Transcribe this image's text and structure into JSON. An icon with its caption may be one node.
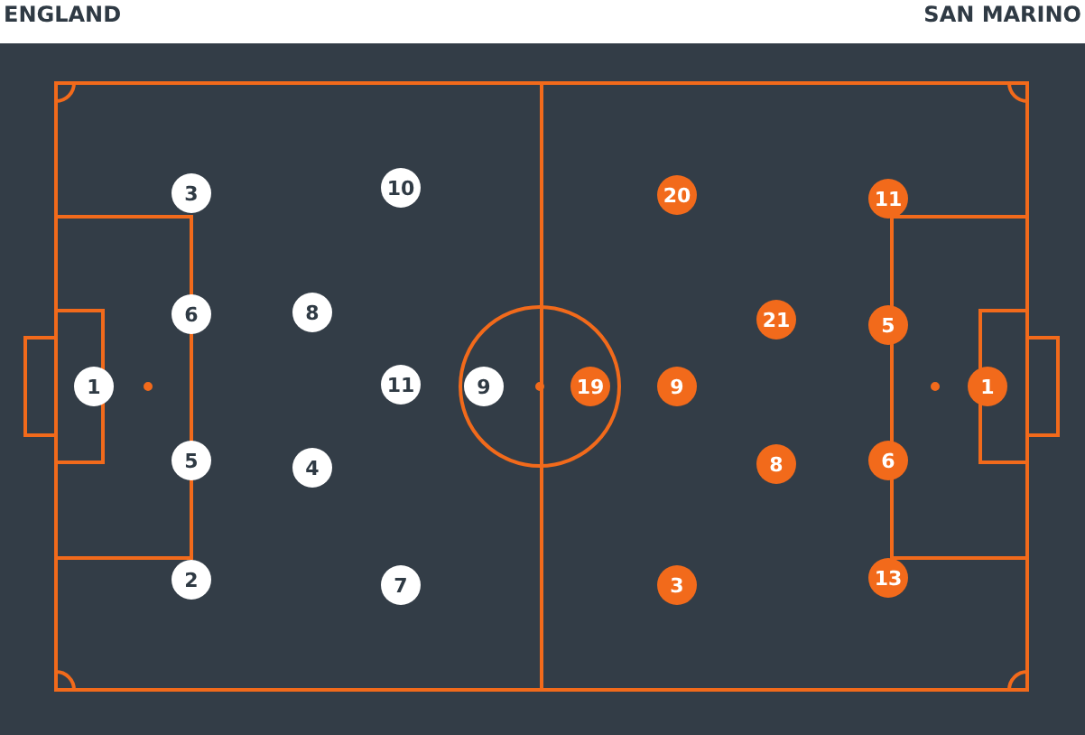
{
  "diagram": {
    "nodes": [
      {
        "text": [
          "1"
        ]
      },
      {
        "text": [
          "3"
        ]
      },
      {
        "text": [
          "6"
        ]
      },
      {
        "text": [
          "5"
        ]
      },
      {
        "text": [
          "2"
        ]
      },
      {
        "text": [
          "10"
        ]
      },
      {
        "text": [
          "8"
        ]
      },
      {
        "text": [
          "11"
        ]
      },
      {
        "text": [
          "4"
        ]
      },
      {
        "text": [
          "7"
        ]
      },
      {
        "text": [
          "9"
        ]
      },
      {
        "text": [
          "19"
        ]
      },
      {
        "text": [
          "20"
        ]
      },
      {
        "text": [
          "9"
        ]
      },
      {
        "text": [
          "3"
        ]
      },
      {
        "text": [
          "21"
        ]
      },
      {
        "text": [
          "8"
        ]
      },
      {
        "text": [
          "11"
        ]
      },
      {
        "text": [
          "5"
        ]
      },
      {
        "text": [
          "6"
        ]
      },
      {
        "text": [
          "13"
        ]
      },
      {
        "text": [
          "1"
        ]
      }
    ],
    "labels": [
      "ENGLAND",
      "SAN MARINO"
    ]
  }
}
